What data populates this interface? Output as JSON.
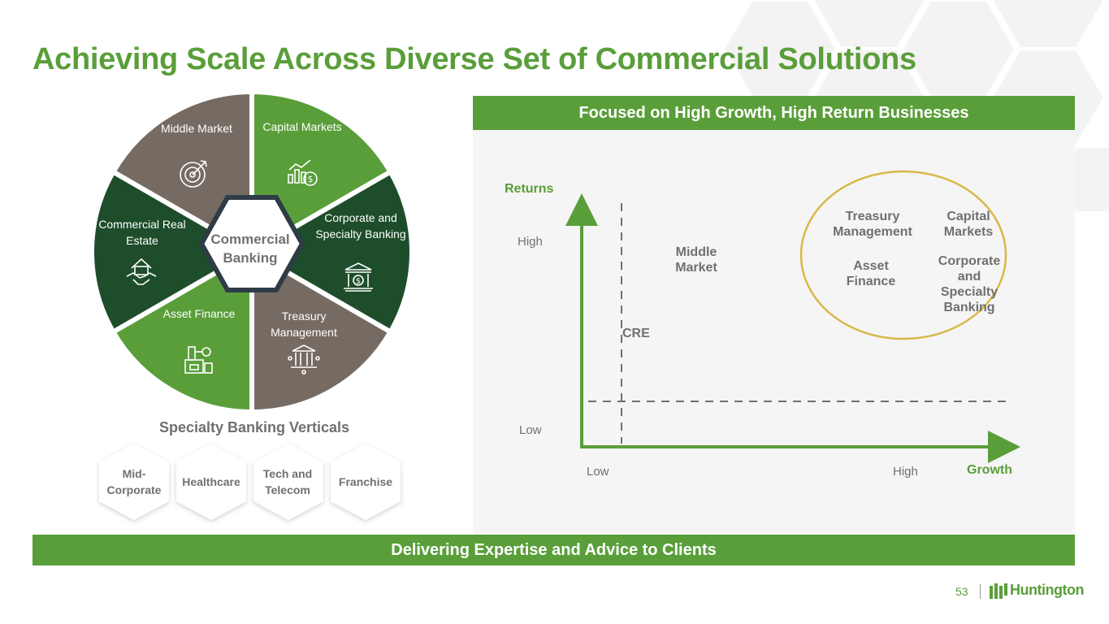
{
  "title": "Achieving Scale Across Diverse Set of Commercial Solutions",
  "colors": {
    "green": "#5a9e3a",
    "dark_green": "#1e4d2b",
    "taupe": "#766b62",
    "gold": "#d9b84a",
    "gray_text": "#707070"
  },
  "wheel": {
    "center": "Commercial Banking",
    "segments": [
      {
        "label": "Capital Markets",
        "color": "#5a9e3a",
        "icon": "chart-dollar-icon"
      },
      {
        "label": "Corporate and Specialty Banking",
        "color": "#1e4d2b",
        "icon": "bank-dollar-icon"
      },
      {
        "label": "Treasury Management",
        "color": "#766b62",
        "icon": "bank-network-icon"
      },
      {
        "label": "Asset Finance",
        "color": "#5a9e3a",
        "icon": "equipment-icon"
      },
      {
        "label": "Commercial Real Estate",
        "color": "#1e4d2b",
        "icon": "house-handshake-icon"
      },
      {
        "label": "Middle Market",
        "color": "#766b62",
        "icon": "target-icon"
      }
    ]
  },
  "verticals": {
    "title": "Specialty Banking Verticals",
    "items": [
      "Mid-Corporate",
      "Healthcare",
      "Tech and Telecom",
      "Franchise"
    ]
  },
  "panel": {
    "header": "Focused on High Growth, High Return Businesses",
    "y_axis_title": "Returns",
    "x_axis_title": "Growth",
    "y_high": "High",
    "y_low": "Low",
    "x_low": "Low",
    "x_high": "High",
    "middle_market": "Middle Market",
    "cre": "CRE",
    "circle_items": [
      "Treasury Management",
      "Capital Markets",
      "Asset Finance",
      "Corporate and Specialty Banking"
    ]
  },
  "footer": "Delivering Expertise and Advice to Clients",
  "page_number": "53",
  "brand": "Huntington"
}
